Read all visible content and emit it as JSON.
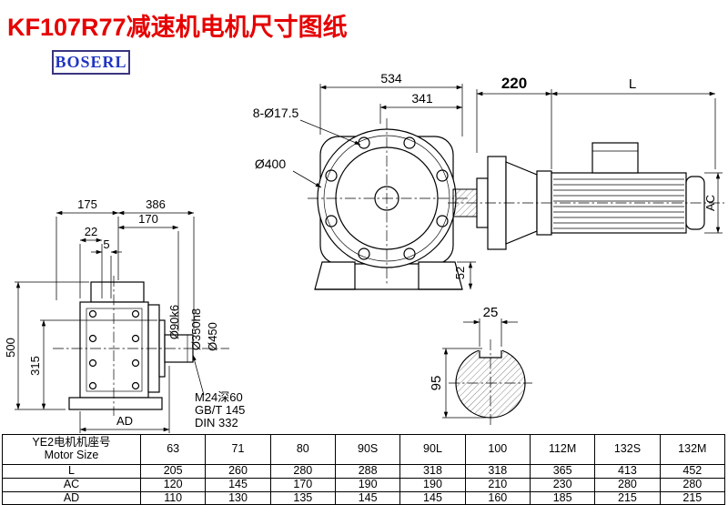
{
  "page": {
    "title": "KF107R77减速机电机尺寸图纸",
    "brand": "BOSERL"
  },
  "front_view": {
    "dim_total_width": "534",
    "dim_flange_offset": "341",
    "label_bolt_holes": "8-Ø17.5",
    "label_flange_dia": "Ø400",
    "dim_foot": "52"
  },
  "motor_view": {
    "dim_adapter_length": "220",
    "dim_motor_length": "L",
    "dim_motor_height": "AC"
  },
  "side_view": {
    "dim_175": "175",
    "dim_386": "386",
    "dim_170": "170",
    "dim_22": "22",
    "dim_5": "5",
    "dim_500": "500",
    "dim_315": "315",
    "dim_AD": "AD",
    "label_shaft_dia": "Ø90k6",
    "label_spigot_dia": "Ø350h8",
    "label_flange_dia": "Ø450",
    "label_tapped_hole": "M24深60",
    "label_std_gb": "GB/T 145",
    "label_std_din": "DIN 332"
  },
  "shaft_section": {
    "dim_key_width": "25",
    "dim_shaft_dia": "95"
  },
  "table": {
    "header_line1": "YE2电机机座号",
    "header_line2": "Motor Size",
    "motor_sizes": [
      "63",
      "71",
      "80",
      "90S",
      "90L",
      "100",
      "112M",
      "132S",
      "132M"
    ],
    "rows": [
      {
        "label": "L",
        "values": [
          "205",
          "260",
          "280",
          "288",
          "318",
          "318",
          "365",
          "413",
          "452"
        ]
      },
      {
        "label": "AC",
        "values": [
          "120",
          "145",
          "170",
          "190",
          "190",
          "210",
          "230",
          "280",
          "280"
        ]
      },
      {
        "label": "AD",
        "values": [
          "110",
          "130",
          "135",
          "145",
          "145",
          "160",
          "185",
          "215",
          "215"
        ]
      }
    ]
  }
}
